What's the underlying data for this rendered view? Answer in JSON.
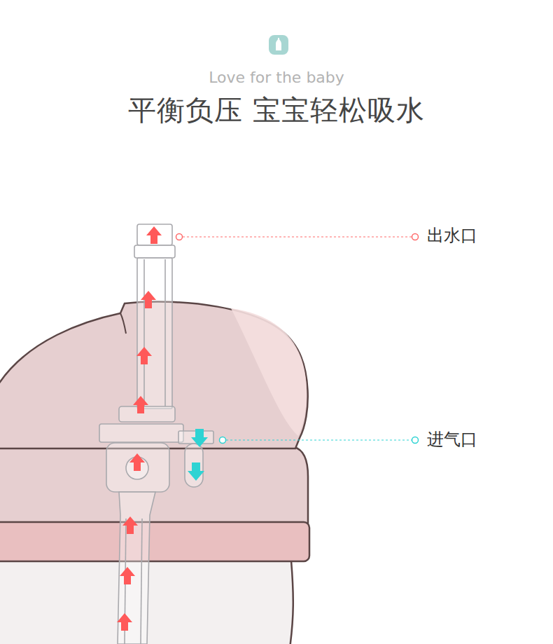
{
  "diagram": {
    "title": "平衡负压 宝宝轻松吸水",
    "labels": [
      "Love for the baby",
      "出水口",
      "进气口"
    ]
  }
}
